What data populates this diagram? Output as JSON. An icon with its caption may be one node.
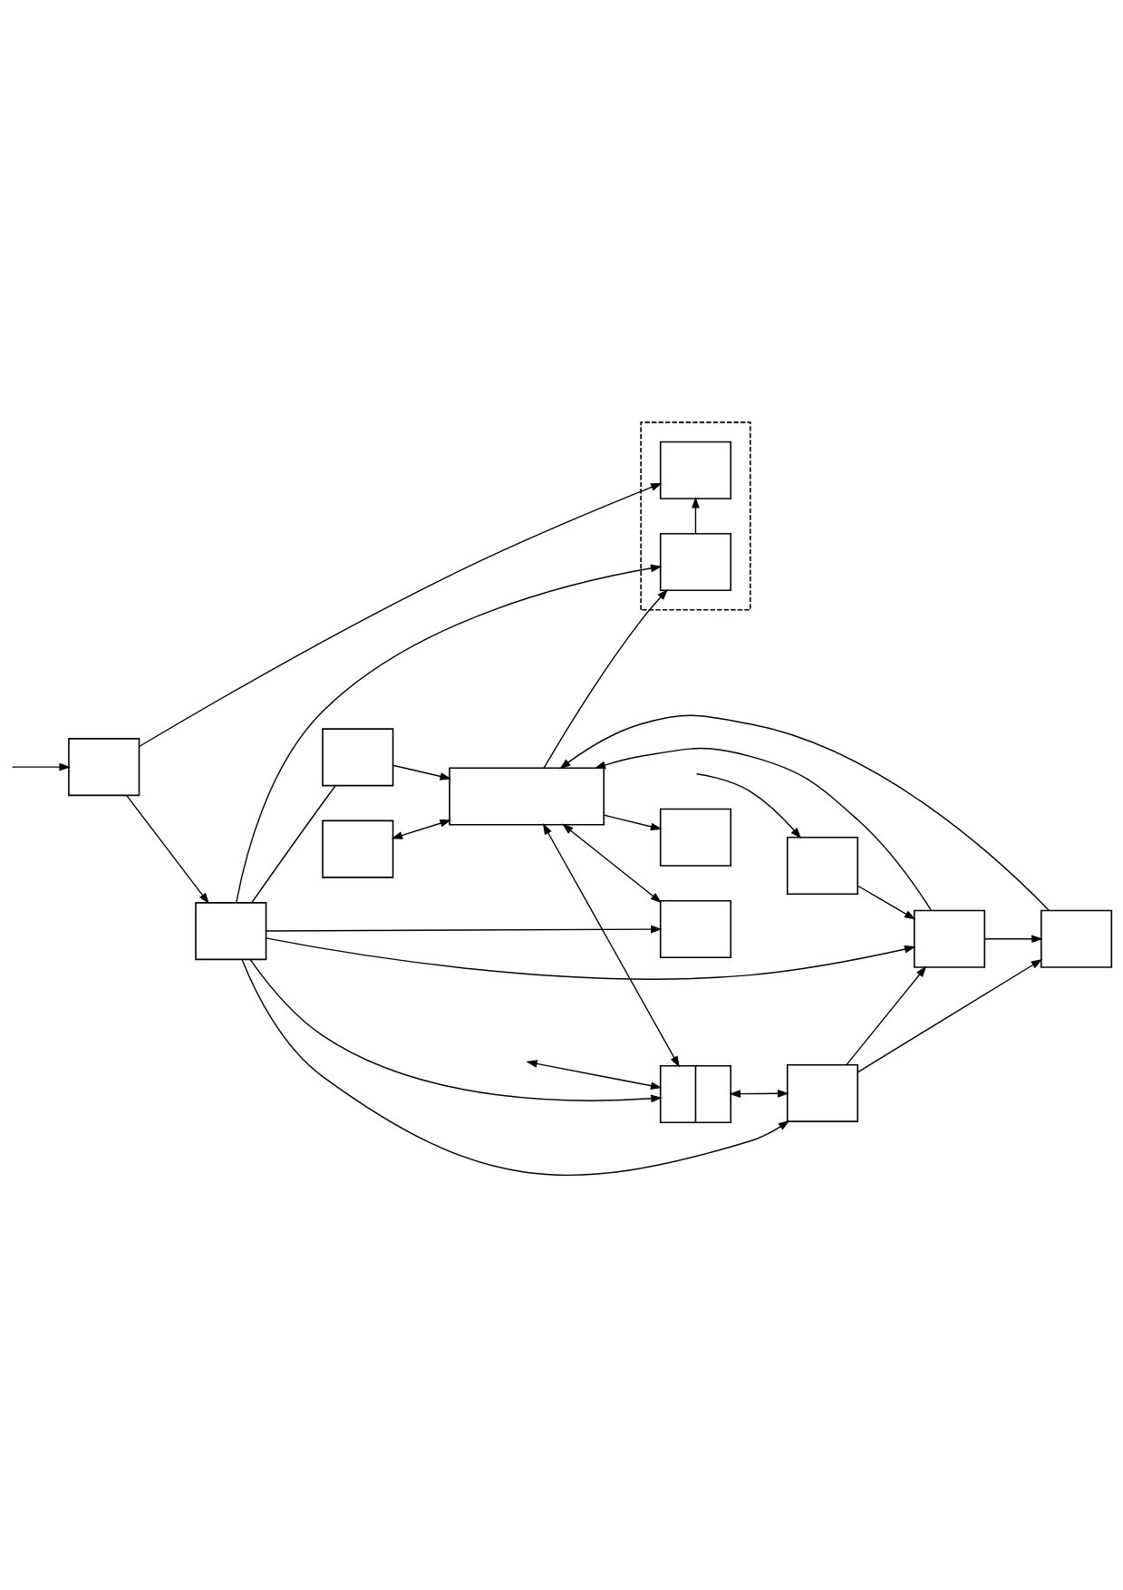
{
  "diagram": {
    "nodes": [
      {
        "text": [],
        "shape": "box"
      },
      {
        "text": [],
        "shape": "box"
      },
      {
        "text": [],
        "shape": "box"
      },
      {
        "text": [],
        "shape": "box"
      },
      {
        "text": [],
        "shape": "box",
        "in": 1
      },
      {
        "text": [],
        "shape": "box"
      },
      {
        "text": [],
        "shape": "box"
      },
      {
        "text": [],
        "shape": "box"
      },
      {
        "text": [],
        "shape": "box",
        "in": 1
      },
      {
        "text": [],
        "shape": "box"
      },
      {
        "text": [],
        "shape": "box"
      },
      {
        "text": [],
        "shape": "box"
      },
      {
        "text": [],
        "shape": "box"
      },
      {
        "text": [],
        "shape": "box"
      },
      {
        "text": [],
        "shape": "box"
      }
    ],
    "edges": [
      {
        "from": 0,
        "to": 7,
        "arrow": "both"
      },
      {
        "from": 2,
        "to": 7,
        "arrow": "to"
      },
      {
        "from": null,
        "to": 5,
        "arrow": "to"
      },
      {
        "from": 5,
        "to": 6,
        "arrow": "to"
      },
      {
        "from": 6,
        "to": 7,
        "arrow": "to"
      },
      {
        "from": 6,
        "to": 2,
        "arrow": "to"
      },
      {
        "from": 10,
        "to": 2,
        "arrow": "to"
      },
      {
        "from": 7,
        "to": 3,
        "arrow": "to"
      },
      {
        "from": 7,
        "to": 8,
        "arrow": "to"
      },
      {
        "from": 8,
        "to": 4,
        "arrow": "to"
      },
      {
        "from": 7,
        "to": 11,
        "arrow": "both"
      },
      {
        "from": null,
        "to": 9,
        "arrow": "both"
      },
      {
        "from": 9,
        "to": 10,
        "arrow": "both"
      },
      {
        "from": 13,
        "to": 6,
        "arrow": "to"
      },
      {
        "from": 13,
        "to": 9,
        "arrow": "to"
      },
      {
        "from": 13,
        "to": 10,
        "arrow": "to"
      },
      {
        "from": 13,
        "to": 14,
        "arrow": "none"
      },
      {
        "from": 13,
        "to": 8,
        "arrow": "to"
      },
      {
        "from": 13,
        "to": 11,
        "arrow": "to"
      },
      {
        "from": 14,
        "to": 7,
        "arrow": "to"
      },
      {
        "from": 7,
        "to": 9,
        "arrow": "both"
      },
      {
        "from": 10,
        "to": 6,
        "arrow": "to"
      },
      {
        "from": null,
        "to": 12,
        "arrow": "to"
      },
      {
        "from": 12,
        "to": 13,
        "arrow": "to"
      },
      {
        "from": 12,
        "to": 4,
        "arrow": "to"
      }
    ]
  }
}
